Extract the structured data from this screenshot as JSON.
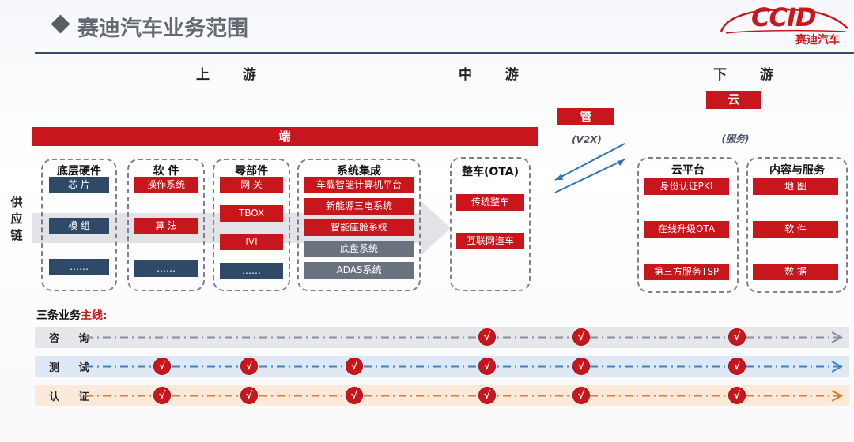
{
  "title": "赛迪汽车业务范围",
  "logo": {
    "mark": "CCID",
    "sub": "赛迪汽车"
  },
  "stages": {
    "upstream": "上 游",
    "midstream": "中 游",
    "downstream": "下 游"
  },
  "bars": {
    "duan": "端",
    "guan": "管",
    "yun": "云"
  },
  "tags": {
    "v2x": "(V2X)",
    "service": "(服务)"
  },
  "supply_chain_label": [
    "供",
    "应",
    "链"
  ],
  "groups": {
    "hardware": {
      "title": "底层硬件",
      "items": [
        "芯 片",
        "模 组",
        "……"
      ]
    },
    "software": {
      "title": "软 件",
      "items": [
        "操作系统",
        "算 法",
        "……"
      ]
    },
    "parts": {
      "title": "零部件",
      "items": [
        "网 关",
        "TBOX",
        "IVI",
        "……"
      ]
    },
    "integration": {
      "title": "系统集成",
      "items": [
        "车载智能计算机平台",
        "新能源三电系统",
        "智能座舱系统",
        "底盘系统",
        "ADAS系统"
      ]
    },
    "vehicle": {
      "title": "整车(OTA)",
      "items": [
        "传统整车",
        "互联网造车"
      ]
    },
    "cloud": {
      "title": "云平台",
      "items": [
        "身份认证PKI",
        "在线升级OTA",
        "第三方服务TSP"
      ]
    },
    "content": {
      "title": "内容与服务",
      "items": [
        "地 图",
        "软 件",
        "数 据"
      ]
    }
  },
  "mainlines": {
    "title_prefix": "三条业务",
    "title_highlight": "主线:",
    "check_mark": "√",
    "lanes": [
      {
        "label": "咨 询",
        "color": "#8a8f98",
        "bg": "#e6e7ea",
        "checks": [
          616,
          735,
          932
        ]
      },
      {
        "label": "测 试",
        "color": "#3f83c6",
        "bg": "#dfe8f5",
        "checks": [
          205,
          315,
          448,
          616,
          735,
          932
        ]
      },
      {
        "label": "认 证",
        "color": "#e07b2e",
        "bg": "#fbe9d9",
        "checks": [
          205,
          315,
          448,
          616,
          735,
          932
        ]
      }
    ]
  }
}
